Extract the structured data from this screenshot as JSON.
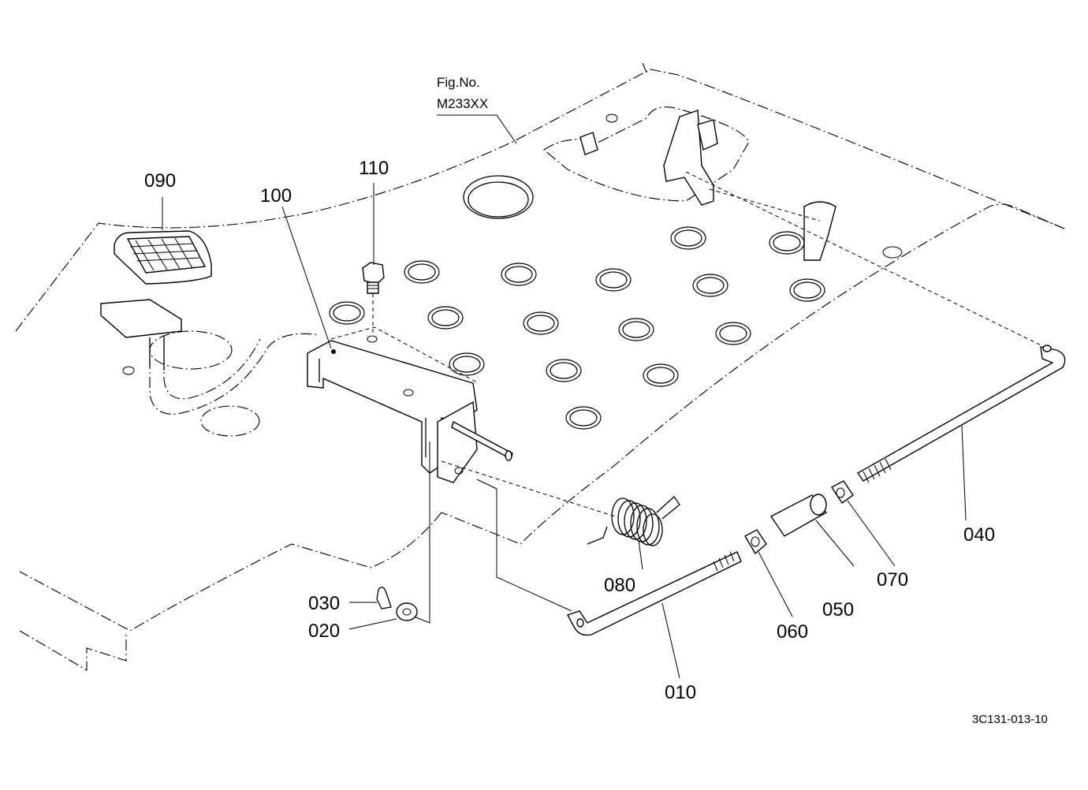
{
  "figure": {
    "fig_label": "Fig.No.",
    "fig_number": "M233XX",
    "drawing_id": "3C131-013-10"
  },
  "callouts": {
    "p010": "010",
    "p020": "020",
    "p030": "030",
    "p040": "040",
    "p050": "050",
    "p060": "060",
    "p070": "070",
    "p080": "080",
    "p090": "090",
    "p100": "100",
    "p110": "110"
  }
}
